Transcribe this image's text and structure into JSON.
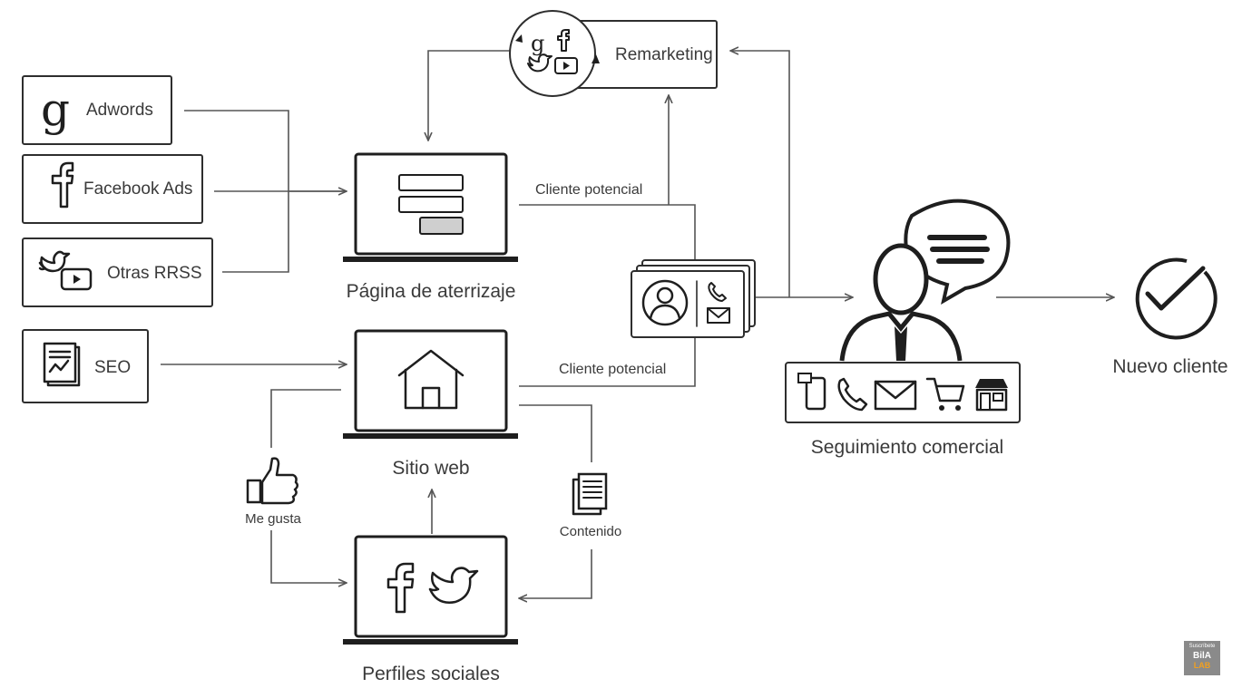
{
  "sources": {
    "adwords": "Adwords",
    "facebook_ads": "Facebook Ads",
    "otras_rrss": "Otras RRSS",
    "seo": "SEO"
  },
  "nodes": {
    "landing_page": "Página de aterrizaje",
    "website": "Sitio web",
    "social_profiles": "Perfiles sociales",
    "remarketing": "Remarketing",
    "sales_followup": "Seguimiento comercial",
    "new_client": "Nuevo cliente"
  },
  "flows": {
    "lead_from_landing": "Cliente potencial",
    "lead_from_website": "Cliente potencial",
    "likes": "Me gusta",
    "content": "Contenido"
  },
  "icons": {
    "adwords": "google-g-icon",
    "facebook_ads": "facebook-icon",
    "otras_rrss": "twitter-youtube-icon",
    "seo": "seo-report-icon",
    "landing_page": "form-laptop-icon",
    "website": "home-laptop-icon",
    "social_profiles": "facebook-twitter-laptop-icon",
    "remarketing": "remarketing-cycle-icon",
    "lead_card": "contact-card-icon",
    "sales_followup": "salesperson-icon",
    "new_client": "checkmark-icon",
    "likes": "thumbs-up-icon",
    "content": "document-icon"
  },
  "badge": {
    "line1": "Suscríbete",
    "line2": "BilA",
    "line3": "LAB"
  }
}
